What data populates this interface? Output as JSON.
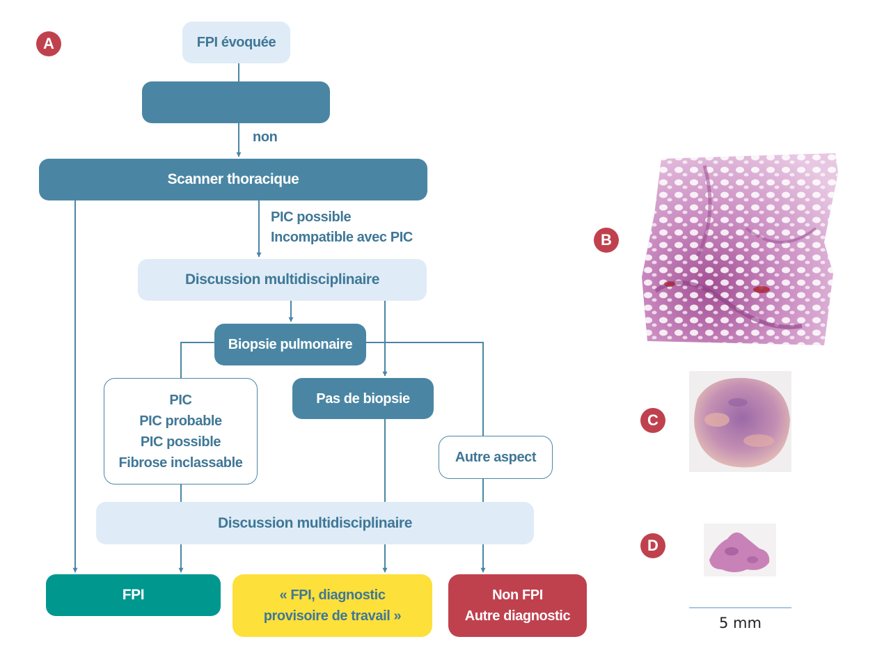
{
  "diagram": {
    "panel_labels": {
      "a": "A",
      "b": "B",
      "c": "C",
      "d": "D"
    },
    "colors": {
      "node_dark": "#4a86a4",
      "node_light": "#dfecf7",
      "text_blue": "#3f7796",
      "outcome_ipf": "#00978f",
      "outcome_provisional": "#fde03a",
      "outcome_other": "#c0414e",
      "badge": "#c0414e"
    },
    "nodes": {
      "fpi_evoquee": "FPI évoquée",
      "scanner": "Scanner thoracique",
      "discussion_1": "Discussion multidisciplinaire",
      "biopsie": "Biopsie pulmonaire",
      "pic_list": [
        "PIC",
        "PIC probable",
        "PIC possible",
        "Fibrose inclassable"
      ],
      "pas_de_biopsie": "Pas de biopsie",
      "autre_aspect": "Autre aspect",
      "discussion_2": "Discussion multidisciplinaire"
    },
    "edge_labels": {
      "non": "non",
      "scanner_to_discussion": [
        "PIC possible",
        "Incompatible avec PIC"
      ]
    },
    "outcomes": {
      "fpi": "FPI",
      "provisional": [
        "« FPI, diagnostic",
        "provisoire de travail »"
      ],
      "non_fpi": [
        "Non FPI",
        "Autre diagnostic"
      ]
    },
    "scale_bar": {
      "label": "5 mm"
    }
  }
}
